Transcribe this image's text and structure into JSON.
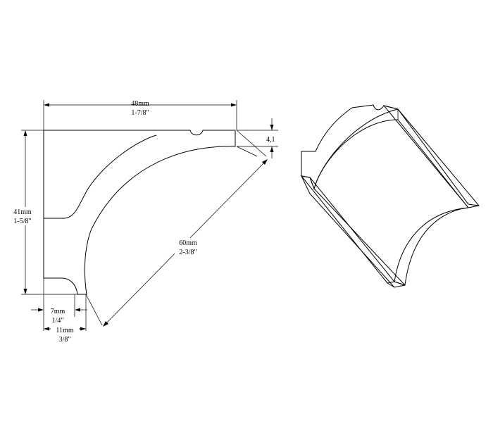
{
  "dimensions": {
    "width_top": {
      "metric": "48mm",
      "imperial": "1-7/8\""
    },
    "height_left": {
      "metric": "41mm",
      "imperial": "1-5/8\""
    },
    "diagonal": {
      "metric": "60mm",
      "imperial": "2-3/8\""
    },
    "bottom_small": {
      "metric": "7mm",
      "imperial": "1/4\""
    },
    "bottom_large": {
      "metric": "11mm",
      "imperial": "3/8\""
    },
    "thickness": {
      "value": "4,1"
    }
  }
}
